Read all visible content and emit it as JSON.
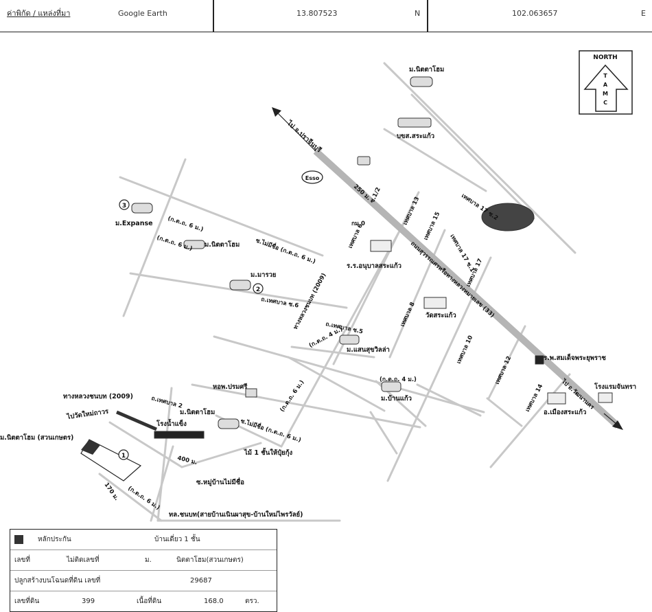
{
  "header": {
    "coord_label": "ค่าพิกัด / แหล่งที่มา",
    "source": "Google Earth",
    "lat": "13.807523",
    "lat_dir": "N",
    "lon": "102.063657",
    "lon_dir": "E"
  },
  "compass": {
    "word": "NORTH",
    "letters": [
      "T",
      "A",
      "M",
      "C"
    ]
  },
  "labels": {
    "nitta_top": "ม.นิตตาโฮม",
    "bks": "บขส.สระแก้ว",
    "to_prachinburi": "ไป จ.ปราจีนบุรี",
    "esso": "Esso",
    "d250": "250 ม.",
    "soi_1_2": "ซ.1/2",
    "tesaban17_2": "เทศบาล 17 ซ.2",
    "tesaban13": "เทศบาล 13",
    "km0": "กม.0",
    "tesaban6": "เทศบาล 6",
    "school": "ร.ร.อนุบาลสระแก้ว",
    "tesaban15": "เทศบาล 15",
    "tesaban17_1": "เทศบาล 17 ซ.1",
    "tesaban17": "เทศบาล 17",
    "main_road": "ถนนสุวรรณศรหรือทางหลวงหมายเลข (33)",
    "m3": "3",
    "expanse": "ม.Expanse",
    "kd6a": "(ก.ต.ถ. 6 ม.)",
    "kd6b": "(ก.ต.ถ. 6 ม.)",
    "nitta_mid": "ม.นิตตาโฮม",
    "soi_noname_top": "ซ.ไม่มีชื่อ (ก.ต.ถ. 6 ม.)",
    "mararuay": "ม.มารวย",
    "m2": "2",
    "tl_2009_vert": "ทางหลวงชนบท (2009)",
    "tesaban_s6": "ถ.เทศบาล ซ.6",
    "tesaban_s5": "ถ.เทศบาล ซ.5",
    "tesaban8": "เทศบาล 8",
    "watsakaeo": "วัดสระแก้ว",
    "kd4": "(ก.ต.ถ. 4 ม.)",
    "sansuk": "ม.แสนสุขวิลล่า",
    "tesaban10": "เทศบาล 10",
    "tesaban12": "เทศบาล 12",
    "hospital": "ร.พ.สมเด็จพระยุพราช",
    "hotel": "โรงแรมจันทรา",
    "to_watthana": "ไป อ.วัฒนานคร",
    "tesaban14": "เทศบาล 14",
    "amphoe": "อ.เมืองสระแก้ว",
    "dorm": "หอพ.ปรมศรี",
    "kd4b": "(ก.ต.ถ. 4 ม.)",
    "banphaew": "ม.บ้านแก้ว",
    "tl2009": "ทางหลวงชนบท (2009)",
    "tesaban2": "ถ.เทศบาล 2",
    "to_watmai": "ไปวัดใหม่ถาวร",
    "nitta_subject": "ม.นิตตาโฮม (สวนเกษตร)",
    "ice": "โรงน้ำแข็ง",
    "nitta_low": "ม.นิตตาโฮม",
    "soi_noname_mid": "ซ.ไม่มีชื่อ (ก.ต.ถ. 6 ม.)",
    "kd6c": "(ก.ต.ถ. 6 ม.)",
    "market_label": "ไม้ 1 ชั้นให้ปุ๋ยกุ้ง",
    "d400": "400 ม.",
    "m1": "1",
    "d170": "170 ม.",
    "kd_small": "(ก.ต.ถ. 6 ม.)",
    "soi_village": "ซ.หมู่บ้านไม่มีชื่อ",
    "rural_road": "ทล.ชนบท(สายบ้านเนินผาสุข-บ้านใหม่ไพรวัลย์)"
  },
  "info": {
    "row1": {
      "legend": "หลักประกัน",
      "type": "บ้านเดี่ยว 1 ชั้น"
    },
    "row2": {
      "k1": "เลขที่",
      "v1": "ไม่ติดเลขที่",
      "k2": "ม.",
      "v2": "นิตตาโฮม(สวนเกษตร)"
    },
    "row3": {
      "k1": "ปลูกสร้างบนโฉนดที่ดิน เลขที่",
      "v1": "29687"
    },
    "row4": {
      "k1": "เลขที่ดิน",
      "v1": "399",
      "k2": "เนื้อที่ดิน",
      "v2": "168.0",
      "unit": "ตรว."
    }
  },
  "colors": {
    "main_road": "#b5b5b5",
    "road": "#c8c8c8",
    "ink": "#111111",
    "subject": "#333333"
  }
}
